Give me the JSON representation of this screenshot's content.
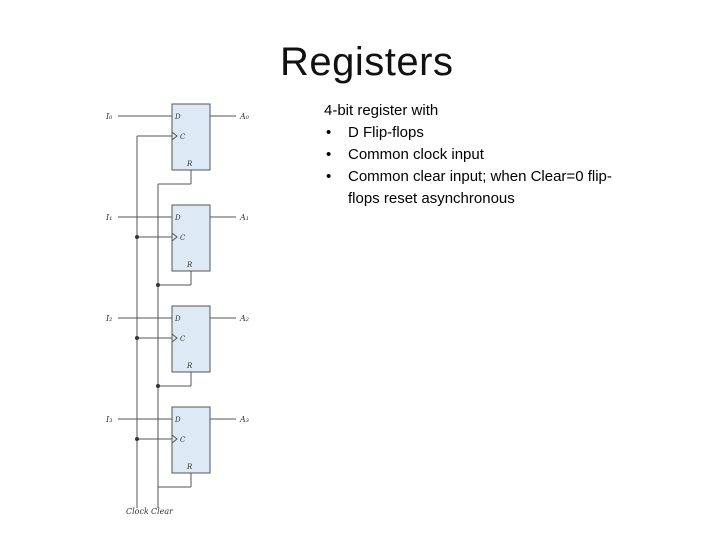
{
  "slide": {
    "title": "Registers",
    "intro": "4-bit register with",
    "bullets": [
      "D Flip-flops",
      "Common clock input",
      "Common clear input; when Clear=0 flip-flops reset asynchronous"
    ]
  },
  "diagram": {
    "flipflops": [
      {
        "input": "I₀",
        "output": "A₀",
        "pins": {
          "d": "D",
          "c": "C",
          "r": "R"
        }
      },
      {
        "input": "I₁",
        "output": "A₁",
        "pins": {
          "d": "D",
          "c": "C",
          "r": "R"
        }
      },
      {
        "input": "I₂",
        "output": "A₂",
        "pins": {
          "d": "D",
          "c": "C",
          "r": "R"
        }
      },
      {
        "input": "I₃",
        "output": "A₃",
        "pins": {
          "d": "D",
          "c": "C",
          "r": "R"
        }
      }
    ],
    "clock_label": "Clock",
    "clear_label": "Clear",
    "colors": {
      "box_fill": "#dde9f5",
      "line": "#555555"
    }
  }
}
